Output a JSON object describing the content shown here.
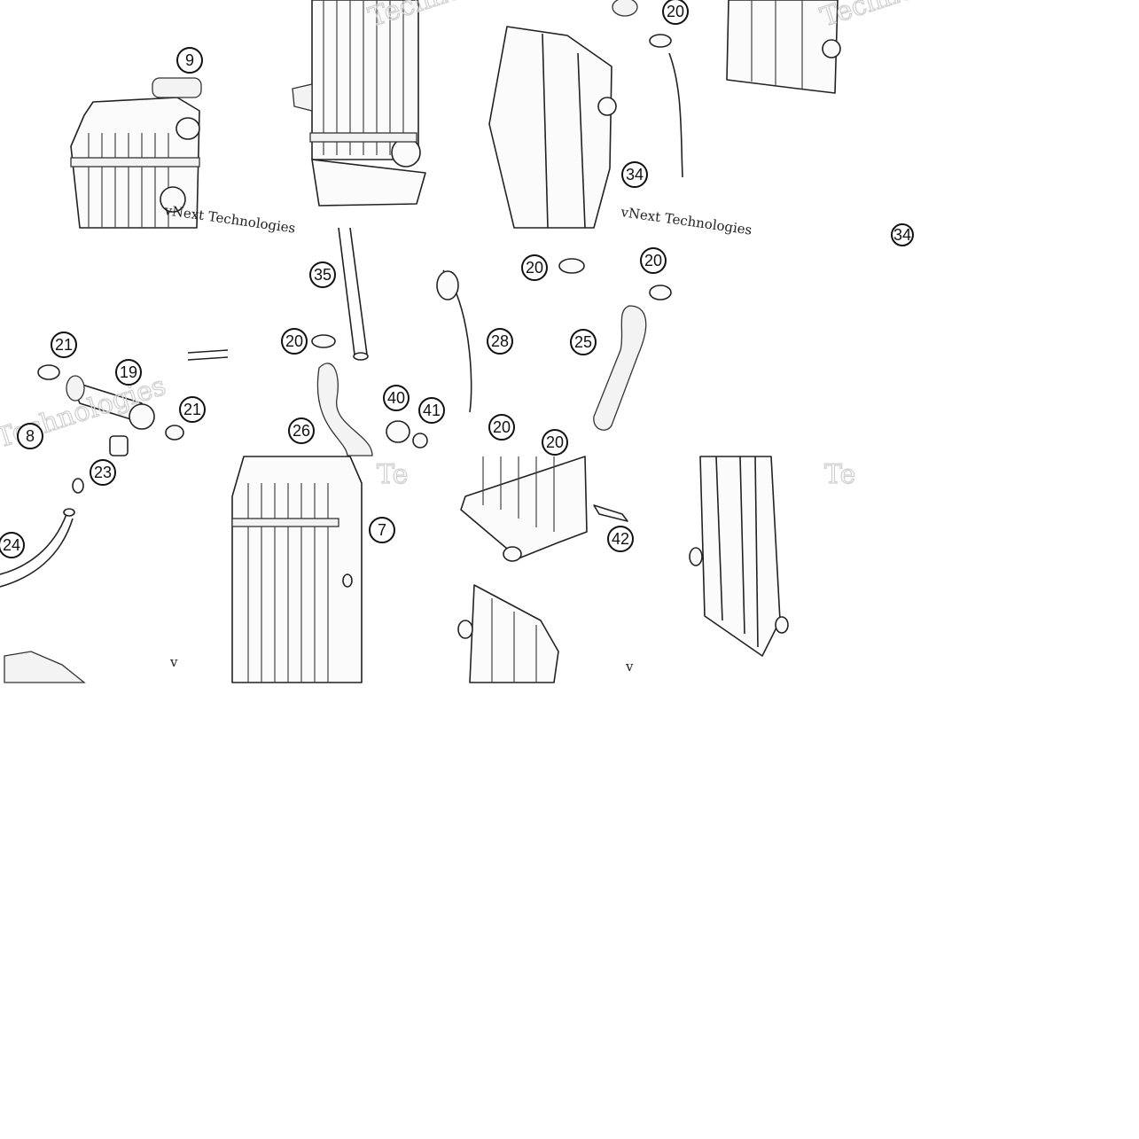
{
  "diagram": {
    "watermark_word": "Technologies",
    "watermark_small": "vNext Technologies",
    "watermark_fragment": "Te",
    "watermark_v": "v",
    "callouts": [
      {
        "id": "c9",
        "label": "9"
      },
      {
        "id": "c20a",
        "label": "20"
      },
      {
        "id": "c34a",
        "label": "34"
      },
      {
        "id": "c34b",
        "label": "34"
      },
      {
        "id": "c35",
        "label": "35"
      },
      {
        "id": "c20b",
        "label": "20"
      },
      {
        "id": "c20c",
        "label": "20"
      },
      {
        "id": "c20d",
        "label": "20"
      },
      {
        "id": "c28",
        "label": "28"
      },
      {
        "id": "c25",
        "label": "25"
      },
      {
        "id": "c21a",
        "label": "21"
      },
      {
        "id": "c19",
        "label": "19"
      },
      {
        "id": "c21b",
        "label": "21"
      },
      {
        "id": "c8",
        "label": "8"
      },
      {
        "id": "c23",
        "label": "23"
      },
      {
        "id": "c26",
        "label": "26"
      },
      {
        "id": "c40",
        "label": "40"
      },
      {
        "id": "c41",
        "label": "41"
      },
      {
        "id": "c20e",
        "label": "20"
      },
      {
        "id": "c20f",
        "label": "20"
      },
      {
        "id": "c24",
        "label": "24"
      },
      {
        "id": "c7",
        "label": "7"
      },
      {
        "id": "c42",
        "label": "42"
      }
    ]
  }
}
